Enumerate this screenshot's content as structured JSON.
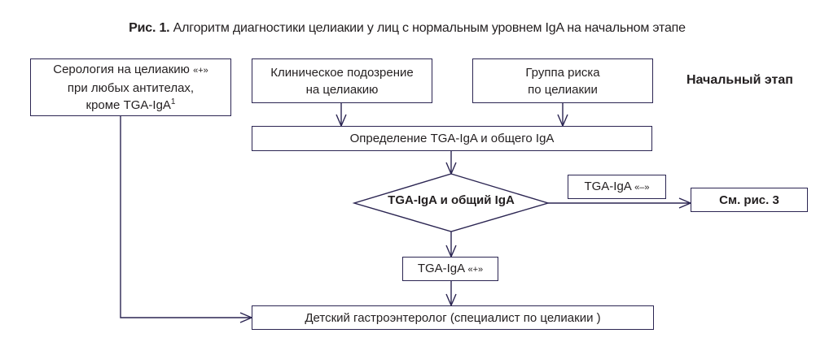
{
  "figure": {
    "title_prefix": "Рис. 1.",
    "title_text": "Алгоритм диагностики целиакии у лиц с нормальным уровнем IgA на начальном этапе",
    "stage_label": "Начальный этап"
  },
  "nodes": {
    "serology": {
      "line1": "Серология на целиакию",
      "line1_mark": "«+»",
      "line2": "при любых антителах,",
      "line3": "кроме TGA-IgA",
      "footnote": "1"
    },
    "clinical_suspicion": {
      "line1": "Клиническое подозрение",
      "line2": "на целиакию"
    },
    "risk_group": {
      "line1": "Группа риска",
      "line2": "по целиакии"
    },
    "determination": {
      "label": "Определение TGA-IgA и общего IgA"
    },
    "decision": {
      "label": "TGA-IgA и общий IgA"
    },
    "negative_result": {
      "label": "TGA-IgA",
      "mark": "«–»"
    },
    "see_figure": {
      "label": "См. рис. 3"
    },
    "positive_result": {
      "label": "TGA-IgA",
      "mark": "«+»"
    },
    "gastroenterologist": {
      "label": "Детский гастроэнтеролог (специалист по целиакии )"
    }
  },
  "colors": {
    "line": "#2b2552",
    "text": "#231f20"
  }
}
